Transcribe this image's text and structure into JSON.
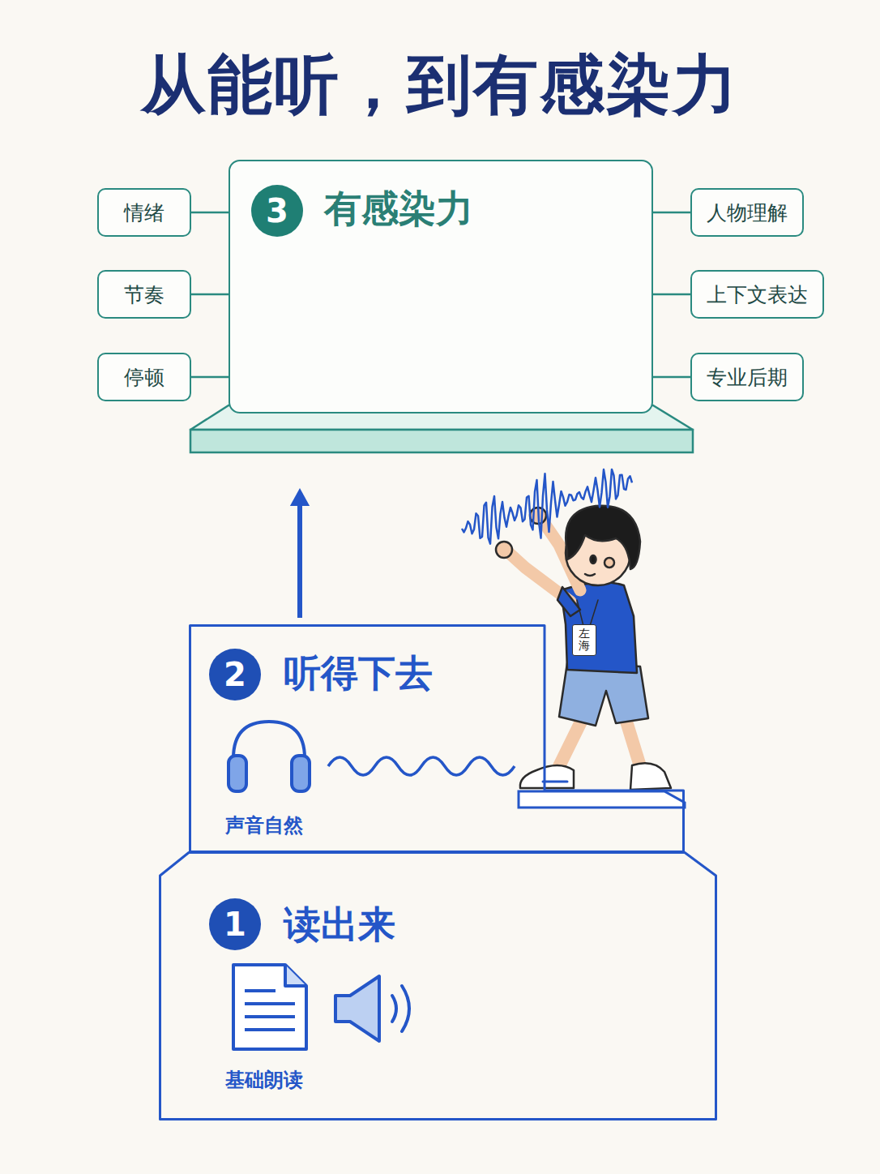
{
  "diagram": {
    "title": "从能听，到有感染力",
    "nodes": [
      {
        "text": [
          "有感染力"
        ]
      },
      {
        "text": [
          "3"
        ],
        "in": 0
      },
      {
        "text": [
          "情绪"
        ]
      },
      {
        "text": [
          "节奏"
        ]
      },
      {
        "text": [
          "停顿"
        ]
      },
      {
        "text": [
          "人物理解"
        ]
      },
      {
        "text": [
          "上下文表达"
        ]
      },
      {
        "text": [
          "专业后期"
        ]
      },
      {
        "text": [
          "听得下去",
          "声音自然"
        ]
      },
      {
        "text": [
          "2"
        ],
        "in": 8
      },
      {
        "text": [
          "读出来",
          "基础朗读"
        ]
      },
      {
        "text": [
          "1"
        ],
        "in": 10
      },
      {
        "text": [
          "左海"
        ]
      }
    ],
    "edges": [
      {
        "from": 2,
        "to": 0,
        "arrow": "none"
      },
      {
        "from": 3,
        "to": 0,
        "arrow": "none"
      },
      {
        "from": 4,
        "to": 0,
        "arrow": "none"
      },
      {
        "from": 5,
        "to": 0,
        "arrow": "none"
      },
      {
        "from": 6,
        "to": 0,
        "arrow": "none"
      },
      {
        "from": 7,
        "to": 0,
        "arrow": "none"
      },
      {
        "from": 8,
        "to": 0,
        "arrow": "to"
      }
    ]
  }
}
